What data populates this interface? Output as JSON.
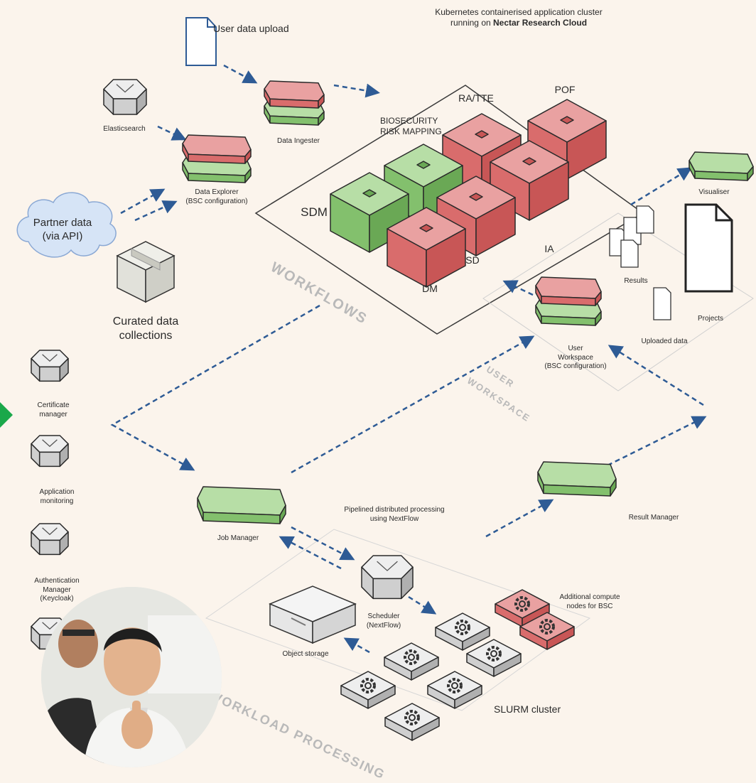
{
  "header": {
    "line1": "Kubernetes containerised application cluster",
    "line2_prefix": "running on ",
    "line2_bold": "Nectar Research Cloud"
  },
  "labels": {
    "user_data_upload": "User data upload",
    "elasticsearch": "Elasticsearch",
    "data_ingester": "Data Ingester",
    "data_explorer_1": "Data Explorer",
    "data_explorer_2": "(BSC configuration)",
    "partner_data_1": "Partner data",
    "partner_data_2": "(via API)",
    "curated_1": "Curated data",
    "curated_2": "collections",
    "biosecurity_1": "BIOSECURITY",
    "biosecurity_2": "RISK MAPPING",
    "ra_tte": "RA/TTE",
    "pof": "POF",
    "sdm": "SDM",
    "ia": "IA",
    "sd": "SD",
    "dm": "DM",
    "visualiser": "Visualiser",
    "results": "Results",
    "projects": "Projects",
    "uploaded_data": "Uploaded data",
    "user_ws_1": "User",
    "user_ws_2": "Workspace",
    "user_ws_3": "(BSC configuration)",
    "certificate_1": "Certificate",
    "certificate_2": "manager",
    "app_mon_1": "Application",
    "app_mon_2": "monitoring",
    "auth_1": "Authentication",
    "auth_2": "Manager",
    "auth_3": "(Keycloak)",
    "job_manager": "Job Manager",
    "pipelined_1": "Pipelined distributed processing",
    "pipelined_2": "using NextFlow",
    "result_manager": "Result Manager",
    "scheduler_1": "Scheduler",
    "scheduler_2": "(NextFlow)",
    "object_storage": "Object storage",
    "additional_1": "Additional compute",
    "additional_2": "nodes for BSC",
    "slurm": "SLURM cluster"
  },
  "zones": {
    "workflows": "WORKFLOWS",
    "user_workspace_1": "USER",
    "user_workspace_2": "WORKSPACE",
    "workload": "WORKLOAD PROCESSING"
  },
  "colors": {
    "red_top": "#e9a1a1",
    "red_side": "#d96c6c",
    "red_dark": "#c85656",
    "green_top": "#b7dea6",
    "green_side": "#83c06d",
    "green_dark": "#6aa855",
    "grey_top": "#eeeeee",
    "grey_side": "#cfcfcf",
    "grey_dark": "#b0b0b0",
    "arrow": "#2e5b95",
    "cloud": "#d6e4f6"
  }
}
